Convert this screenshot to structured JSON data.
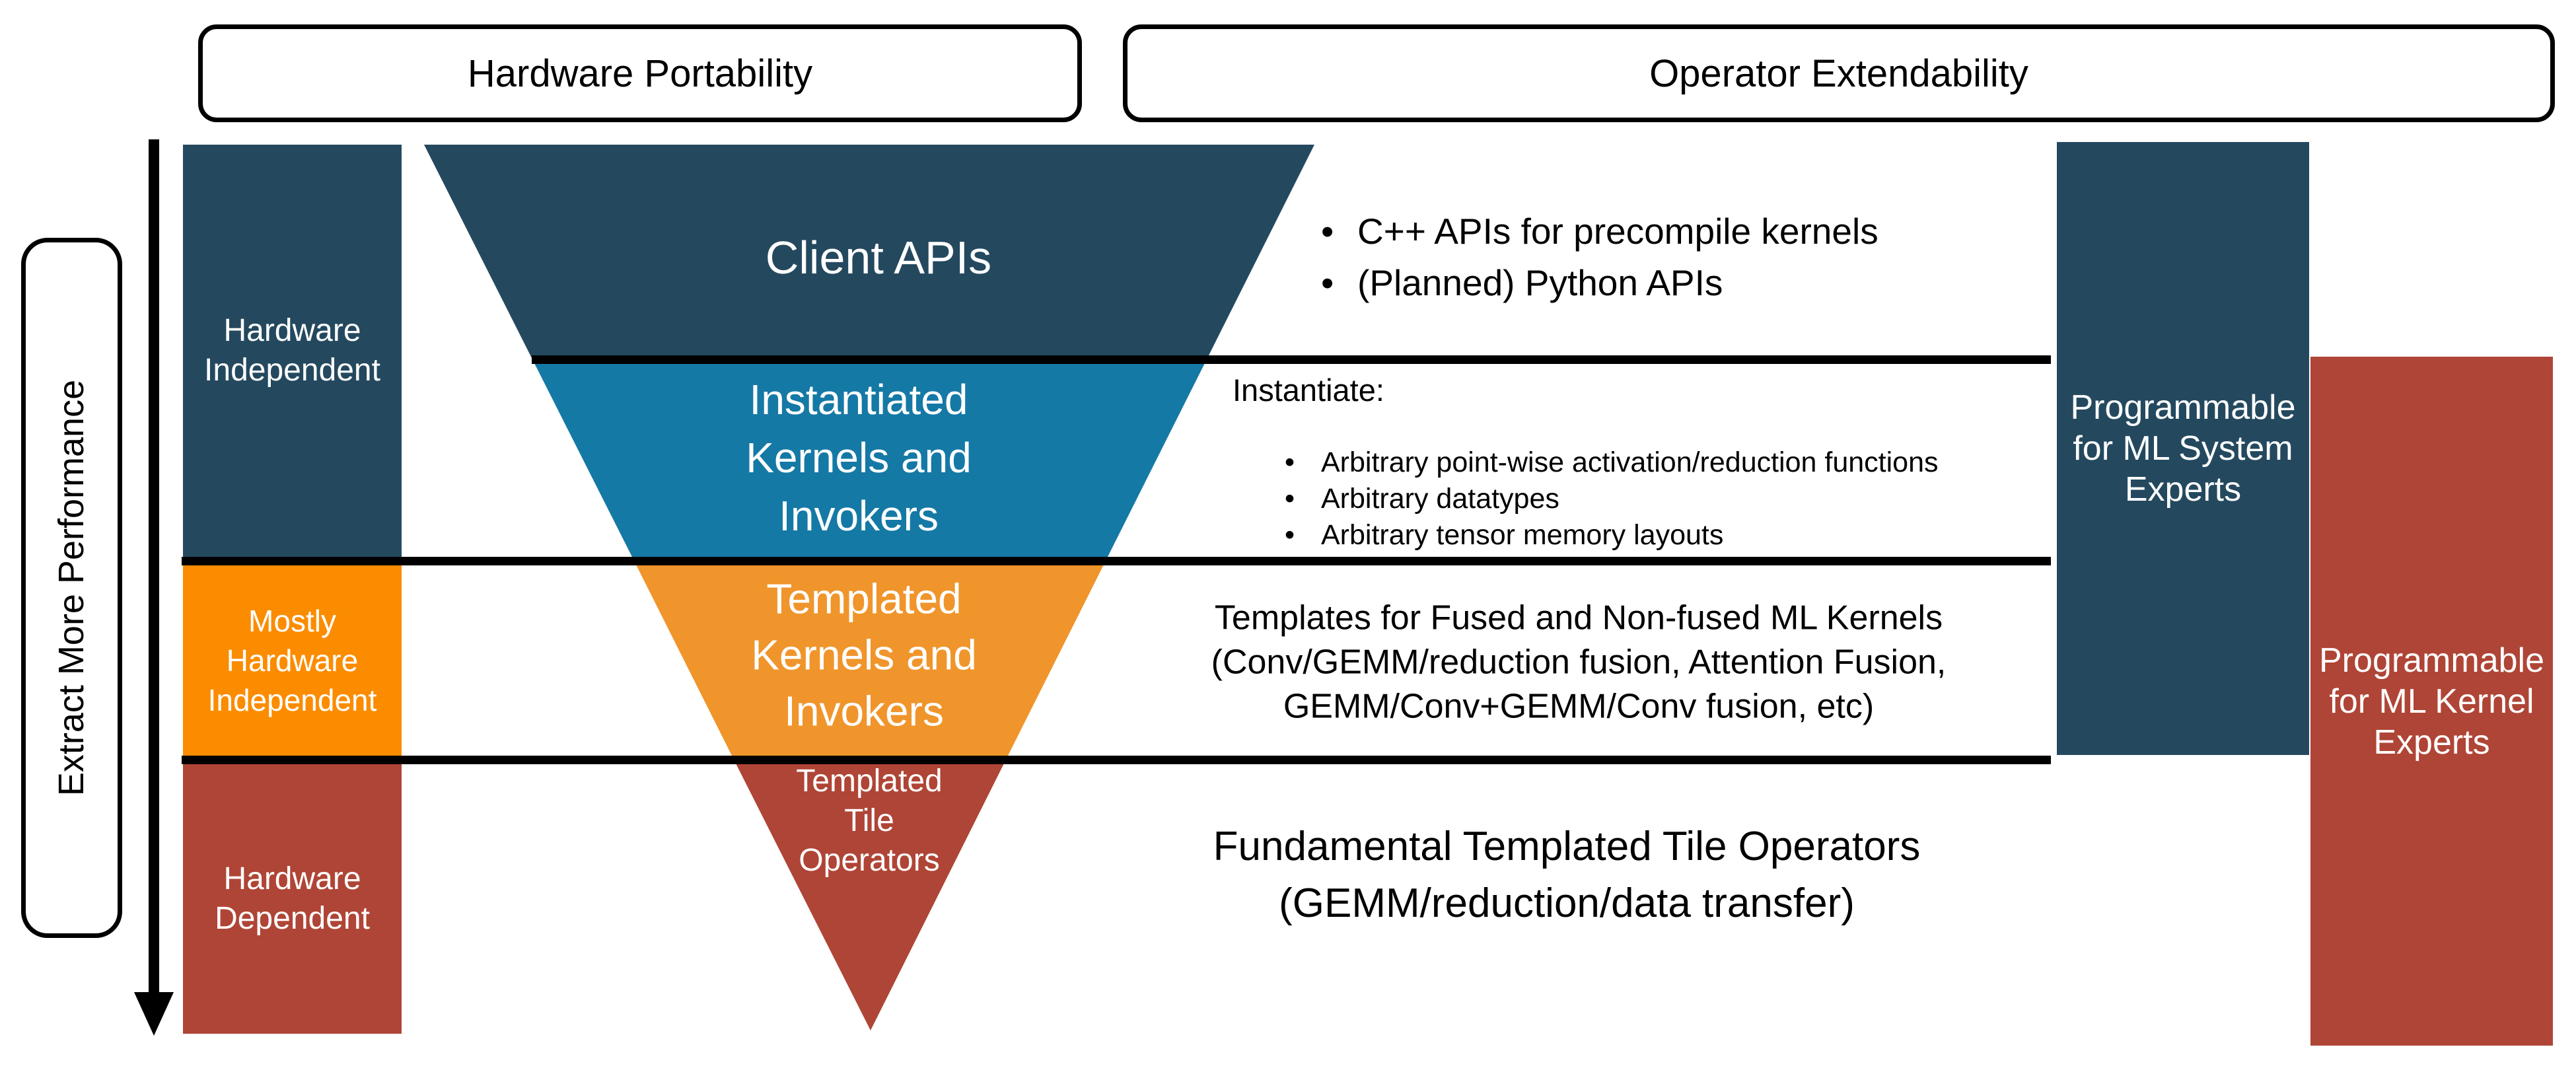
{
  "headers": {
    "left": "Hardware Portability",
    "right": "Operator Extendability"
  },
  "left_axis": {
    "label": "Extract More Performance",
    "arrow_direction": "down"
  },
  "left_column": {
    "top": "Hardware\nIndependent",
    "middle": "Mostly\nHardware\nIndependent",
    "bottom": "Hardware\nDependent"
  },
  "funnel": {
    "level1": "Client APIs",
    "level2": "Instantiated\nKernels and\nInvokers",
    "level3": "Templated\nKernels and\nInvokers",
    "level4": "Templated\nTile\nOperators"
  },
  "annotations": {
    "client_bullets": [
      "C++ APIs for precompile kernels",
      "(Planned) Python APIs"
    ],
    "instantiate_heading": "Instantiate:",
    "instantiate_bullets": [
      "Arbitrary point-wise activation/reduction functions",
      "Arbitrary datatypes",
      "Arbitrary tensor memory layouts"
    ],
    "templates_text": "Templates for Fused and Non-fused ML Kernels\n(Conv/GEMM/reduction fusion, Attention Fusion,\nGEMM/Conv+GEMM/Conv fusion, etc)",
    "fundamental_text": "Fundamental Templated Tile Operators\n(GEMM/reduction/data transfer)"
  },
  "right_column": {
    "top": "Programmable\nfor ML System\nExperts",
    "bottom": "Programmable\nfor ML Kernel\nExperts"
  },
  "colors": {
    "dark_blue": "#24495F",
    "teal": "#1579A5",
    "funnel_orange": "#F0952B",
    "column_orange": "#FB8C00",
    "brick_red": "#AF4536",
    "line_black": "#000000"
  }
}
